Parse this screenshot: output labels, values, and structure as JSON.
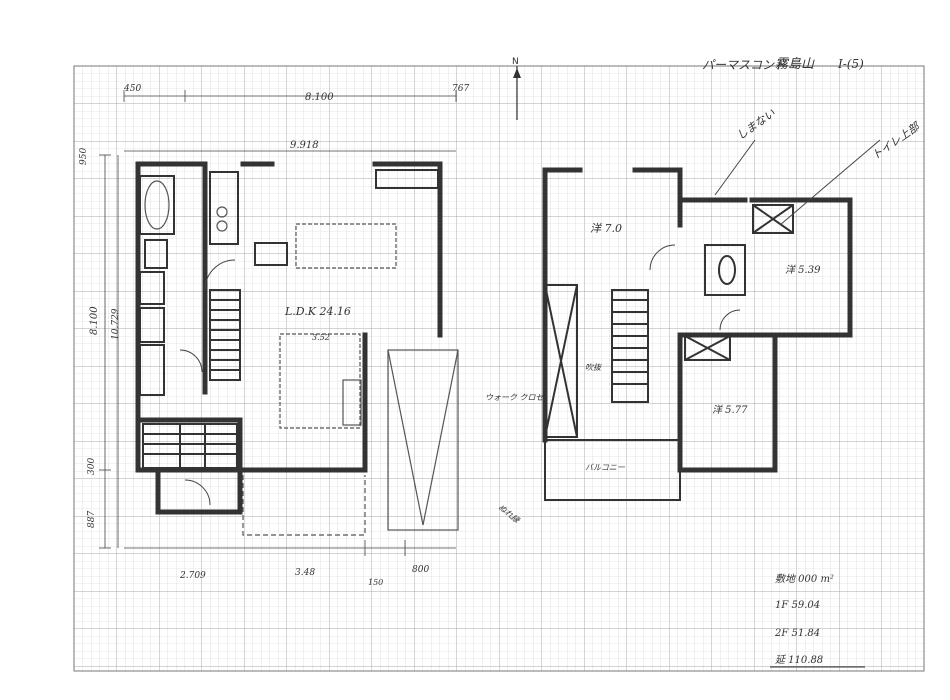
{
  "header": {
    "project": "パーマスコンド",
    "client": "霧島山",
    "plan_code": "I-(5)"
  },
  "north_label": "N",
  "notes": {
    "bath_note": "しまない",
    "toilet_note": "トイレ上部"
  },
  "floor1": {
    "dim_top_left": "450",
    "dim_top_main": "8.100",
    "dim_top_right": "767",
    "dim_inner_top": "9.918",
    "dim_left_top": "950",
    "dim_left_main": "8.100",
    "dim_left_inner": "10.729",
    "dim_left_mid": "300",
    "dim_left_bottom": "887",
    "room_ldk": "L.D.K 24.16",
    "dim_stair": "3.52",
    "dim_bottom_left": "2.709",
    "dim_bottom_mid": "3.48",
    "dim_bottom_small": "150",
    "dim_bottom_right": "800"
  },
  "floor2": {
    "room_master": "洋 7.0",
    "room_a": "洋 5.39",
    "room_b": "洋 5.77",
    "label_closet": "ウォーク\nクロゼ",
    "label_balcony": "バルコニー",
    "label_hall": "吹抜",
    "label_deck": "ぬれ縁"
  },
  "areas": {
    "site": "敷地 000 m²",
    "floor1": "1F 59.04",
    "floor2": "2F 51.84",
    "total": "延 110.88"
  }
}
